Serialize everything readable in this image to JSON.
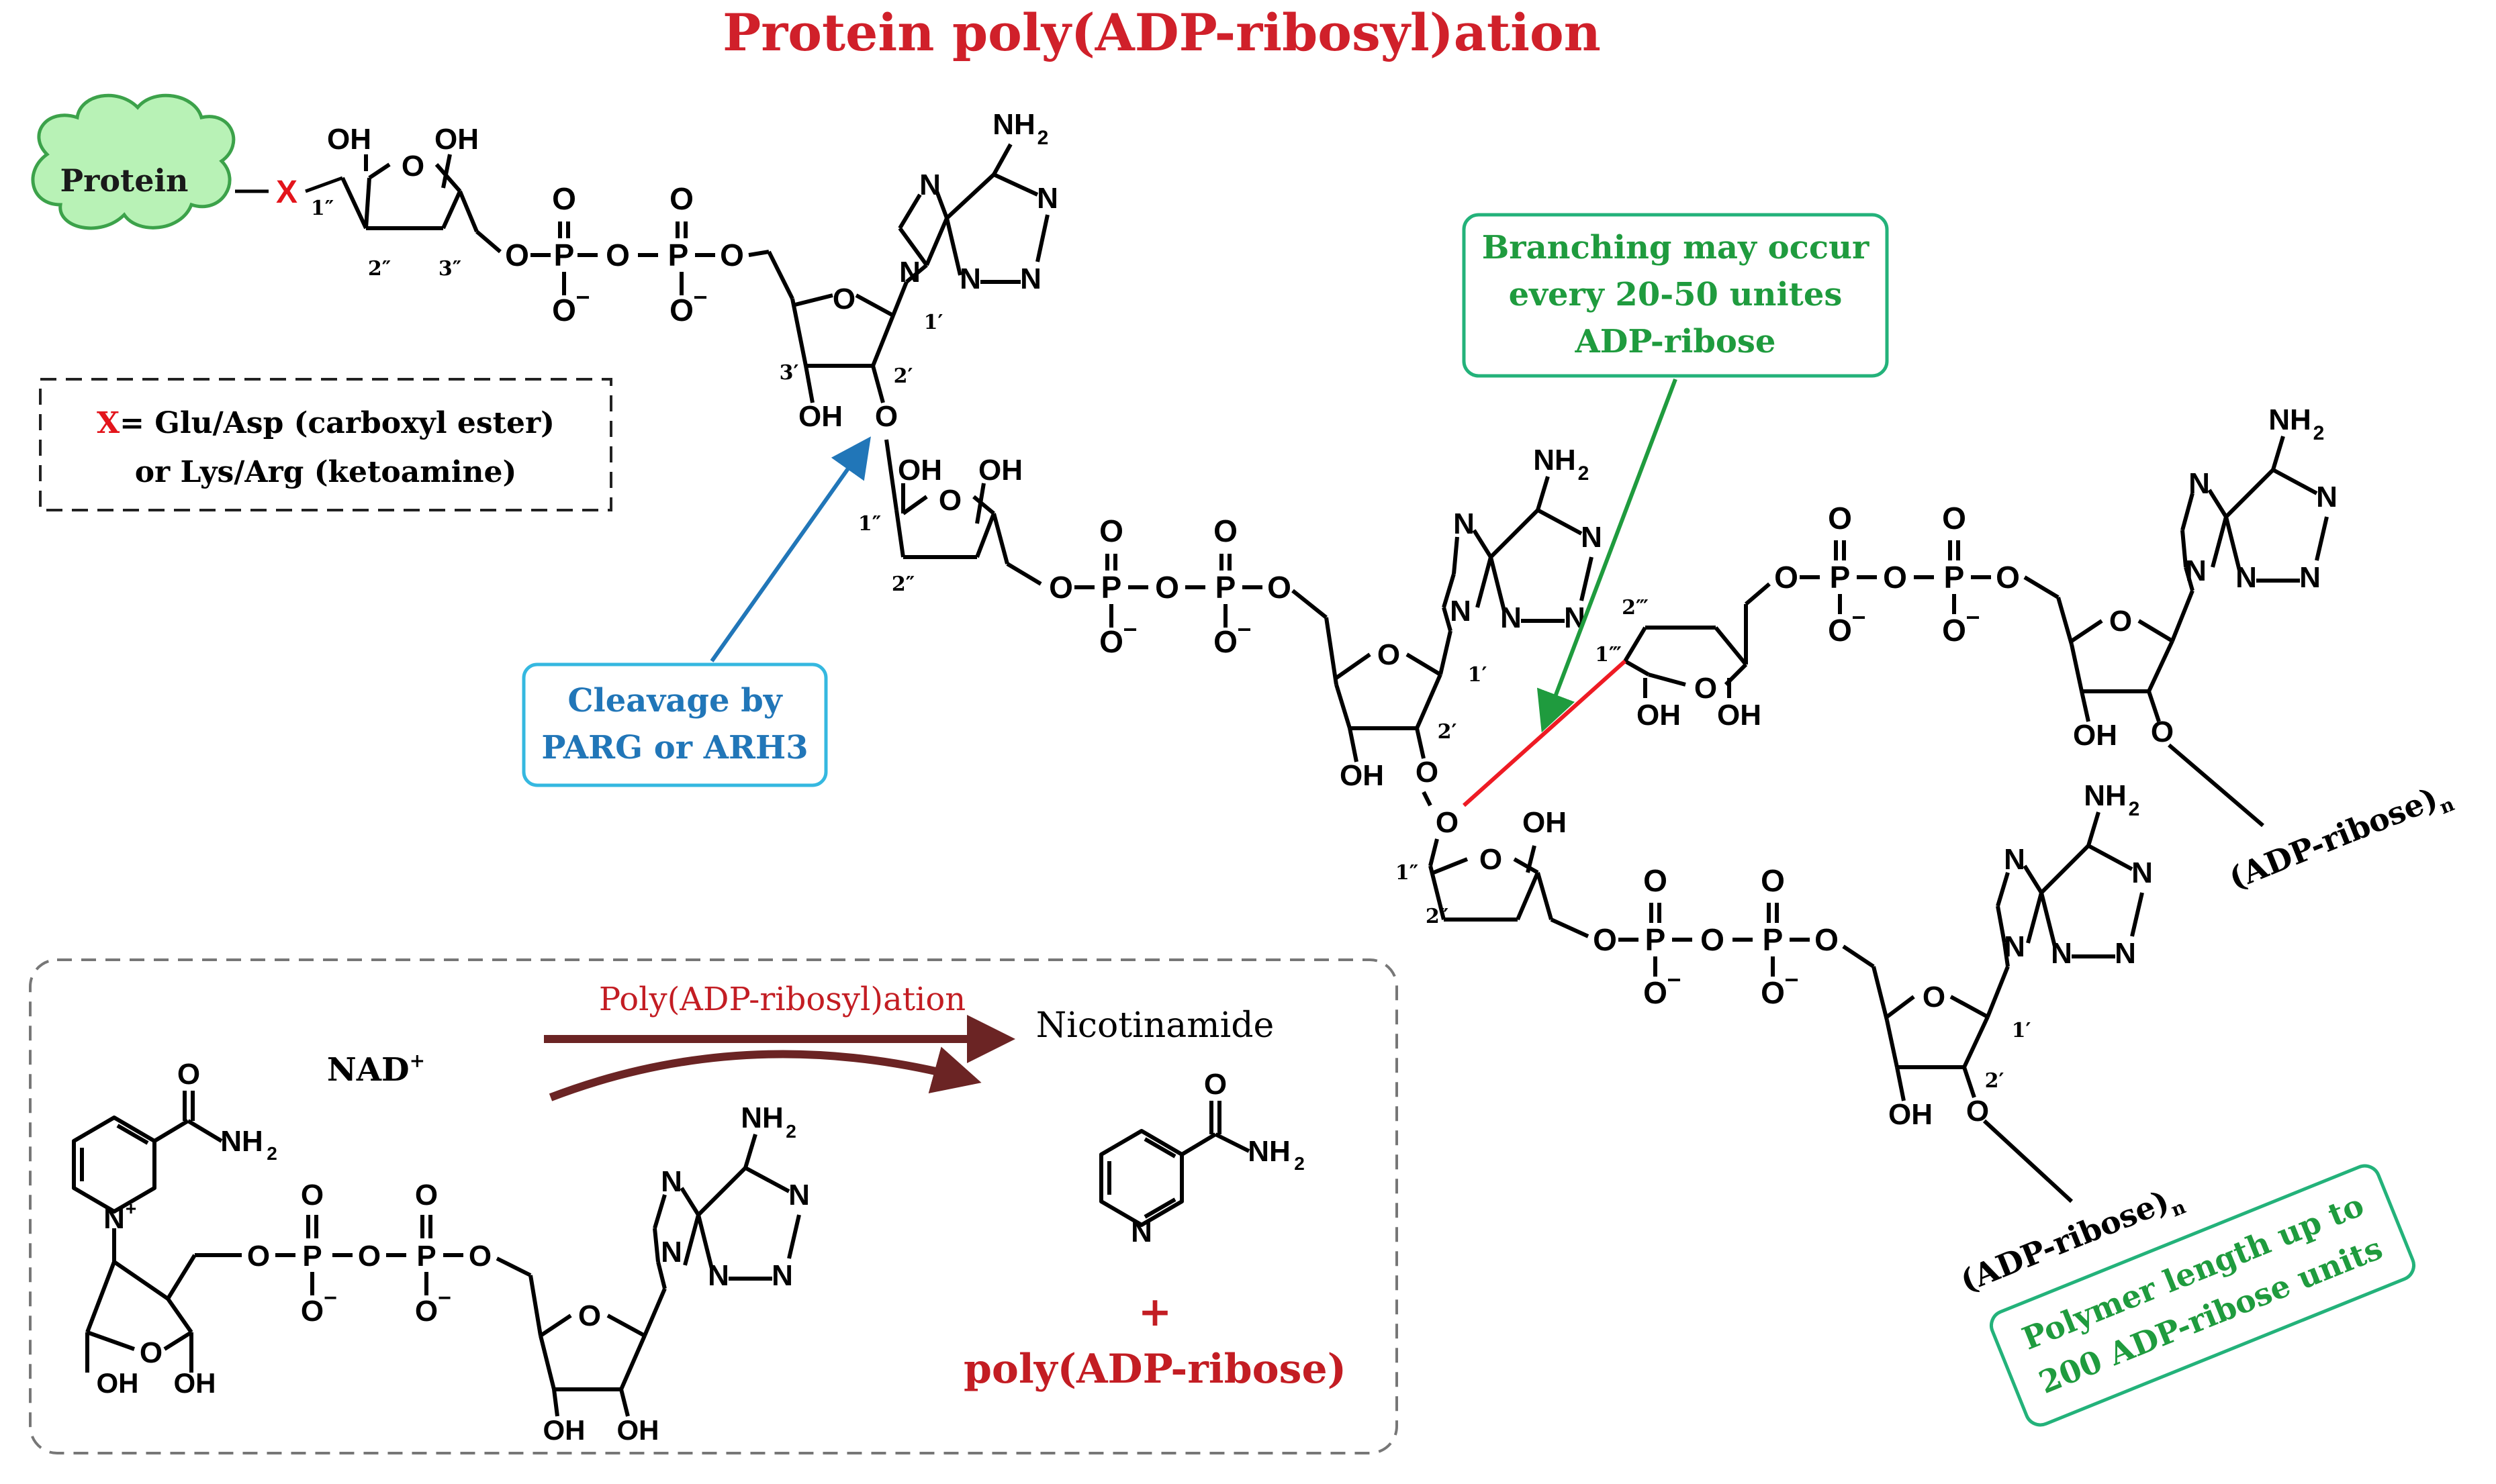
{
  "title": "Protein poly(ADP-ribosyl)ation",
  "protein_label": "Protein",
  "x_symbol": "X",
  "x_note": {
    "line1_rest": "= Glu/Asp (carboxyl ester)",
    "line2": "or Lys/Arg (ketoamine)"
  },
  "branching_note": [
    "Branching may occur",
    "every 20-50 unites",
    "ADP-ribose"
  ],
  "cleavage_note": [
    "Cleavage by",
    "PARG or ARH3"
  ],
  "polymer_note": [
    "Polymer length up to",
    "200 ADP-ribose units"
  ],
  "adp_ribose_n_label": "(ADP-ribose)",
  "adp_ribose_n_sub": "n",
  "reaction": {
    "arrow_label": "Poly(ADP-ribosyl)ation",
    "nad_label": "NAD",
    "nad_charge": "+",
    "nicotinamide_label": "Nicotinamide",
    "plus": "+",
    "product_label": "poly(ADP-ribose)"
  },
  "atoms": {
    "OH": "OH",
    "O": "O",
    "P": "P",
    "N": "N",
    "NH2": "NH",
    "two": "2",
    "minus": "−"
  },
  "positions": {
    "p1pp": "1″",
    "p2pp": "2″",
    "p3pp": "3″",
    "p1p": "1′",
    "p2p": "2′",
    "p3p": "3′",
    "p1ppp": "1‴",
    "p2ppp": "2‴"
  },
  "colors": {
    "title": "#d0202a",
    "x_red": "#e3141b",
    "protein_fill": "#b8f2b6",
    "protein_stroke": "#3ca24a",
    "branch_green": "#1f9b3e",
    "branch_box": "#23b27a",
    "cleave_blue": "#2176b8",
    "cleave_box": "#35b8e0",
    "arrow_brown": "#6b2424",
    "bond_red": "#ee1b24",
    "reaction_red": "#c31d23"
  }
}
